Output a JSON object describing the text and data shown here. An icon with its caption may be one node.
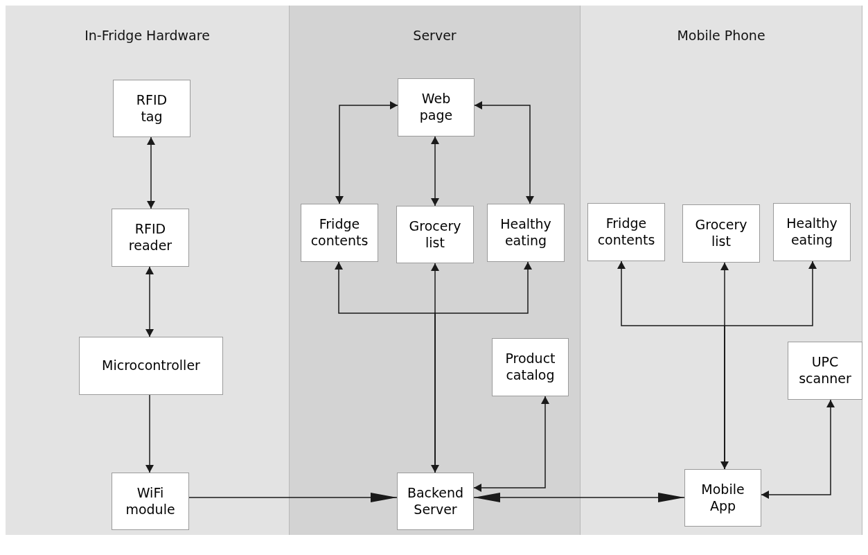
{
  "diagram": {
    "nodes": [
      {
        "text": [
          "In-Fridge Hardware"
        ]
      },
      {
        "text": [
          "RFID tag"
        ],
        "in": 0
      },
      {
        "text": [
          "RFID reader"
        ],
        "in": 0
      },
      {
        "text": [
          "Microcontroller"
        ],
        "in": 0
      },
      {
        "text": [
          "WiFi module"
        ],
        "in": 0
      },
      {
        "text": [
          "Server"
        ]
      },
      {
        "text": [
          "Web page"
        ],
        "in": 5
      },
      {
        "text": [
          "Fridge contents"
        ],
        "in": 5
      },
      {
        "text": [
          "Grocery list"
        ],
        "in": 5
      },
      {
        "text": [
          "Healthy eating"
        ],
        "in": 5
      },
      {
        "text": [
          "Product catalog"
        ],
        "in": 5
      },
      {
        "text": [
          "Backend Server"
        ],
        "in": 5
      },
      {
        "text": [
          "Mobile Phone"
        ]
      },
      {
        "text": [
          "Fridge contents"
        ],
        "in": 12
      },
      {
        "text": [
          "Grocery list"
        ],
        "in": 12
      },
      {
        "text": [
          "Healthy eating"
        ],
        "in": 12
      },
      {
        "text": [
          "UPC scanner"
        ],
        "in": 12
      },
      {
        "text": [
          "Mobile App"
        ],
        "in": 12
      }
    ],
    "edges": [
      {
        "from": 1,
        "to": 2,
        "arrow": "both"
      },
      {
        "from": 2,
        "to": 3,
        "arrow": "both"
      },
      {
        "from": 3,
        "to": 4,
        "arrow": "to"
      },
      {
        "from": 4,
        "to": 11,
        "arrow": "to"
      },
      {
        "from": 6,
        "to": 7,
        "arrow": "both"
      },
      {
        "from": 6,
        "to": 8,
        "arrow": "both"
      },
      {
        "from": 6,
        "to": 9,
        "arrow": "both"
      },
      {
        "from": 11,
        "to": 7,
        "arrow": "to"
      },
      {
        "from": 11,
        "to": 8,
        "arrow": "both"
      },
      {
        "from": 11,
        "to": 9,
        "arrow": "to"
      },
      {
        "from": 11,
        "to": 10,
        "arrow": "both"
      },
      {
        "from": 11,
        "to": 17,
        "arrow": "both"
      },
      {
        "from": 17,
        "to": 13,
        "arrow": "to"
      },
      {
        "from": 17,
        "to": 14,
        "arrow": "both"
      },
      {
        "from": 17,
        "to": 15,
        "arrow": "to"
      },
      {
        "from": 17,
        "to": 16,
        "arrow": "both"
      }
    ]
  }
}
